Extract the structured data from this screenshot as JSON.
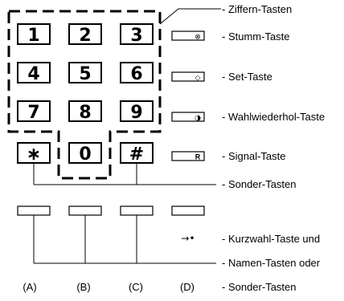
{
  "keypad": {
    "digit_keys": [
      "1",
      "2",
      "3",
      "4",
      "5",
      "6",
      "7",
      "8",
      "9"
    ],
    "star_key": "∗",
    "zero_key": "0",
    "hash_key": "#"
  },
  "function_keys": {
    "stumm_symbol": "⊗",
    "set_symbol": "◇",
    "wahlwiederhol_symbol": "◑",
    "signal_symbol": "R"
  },
  "labels": {
    "ziffern": "- Ziffern-Tasten",
    "stumm": "- Stumm-Taste",
    "set": "- Set-Taste",
    "wahlwiederhol": "- Wahlwiederhol-Taste",
    "signal": "- Signal-Taste",
    "sonder_top": "- Sonder-Tasten",
    "kurzwahl": "- Kurzwahl-Taste und",
    "namen": "- Namen-Tasten oder",
    "sonder_bottom": "- Sonder-Tasten"
  },
  "kurzwahl_symbol": "→•",
  "column_labels": [
    "(A)",
    "(B)",
    "(C)",
    "(D)"
  ]
}
